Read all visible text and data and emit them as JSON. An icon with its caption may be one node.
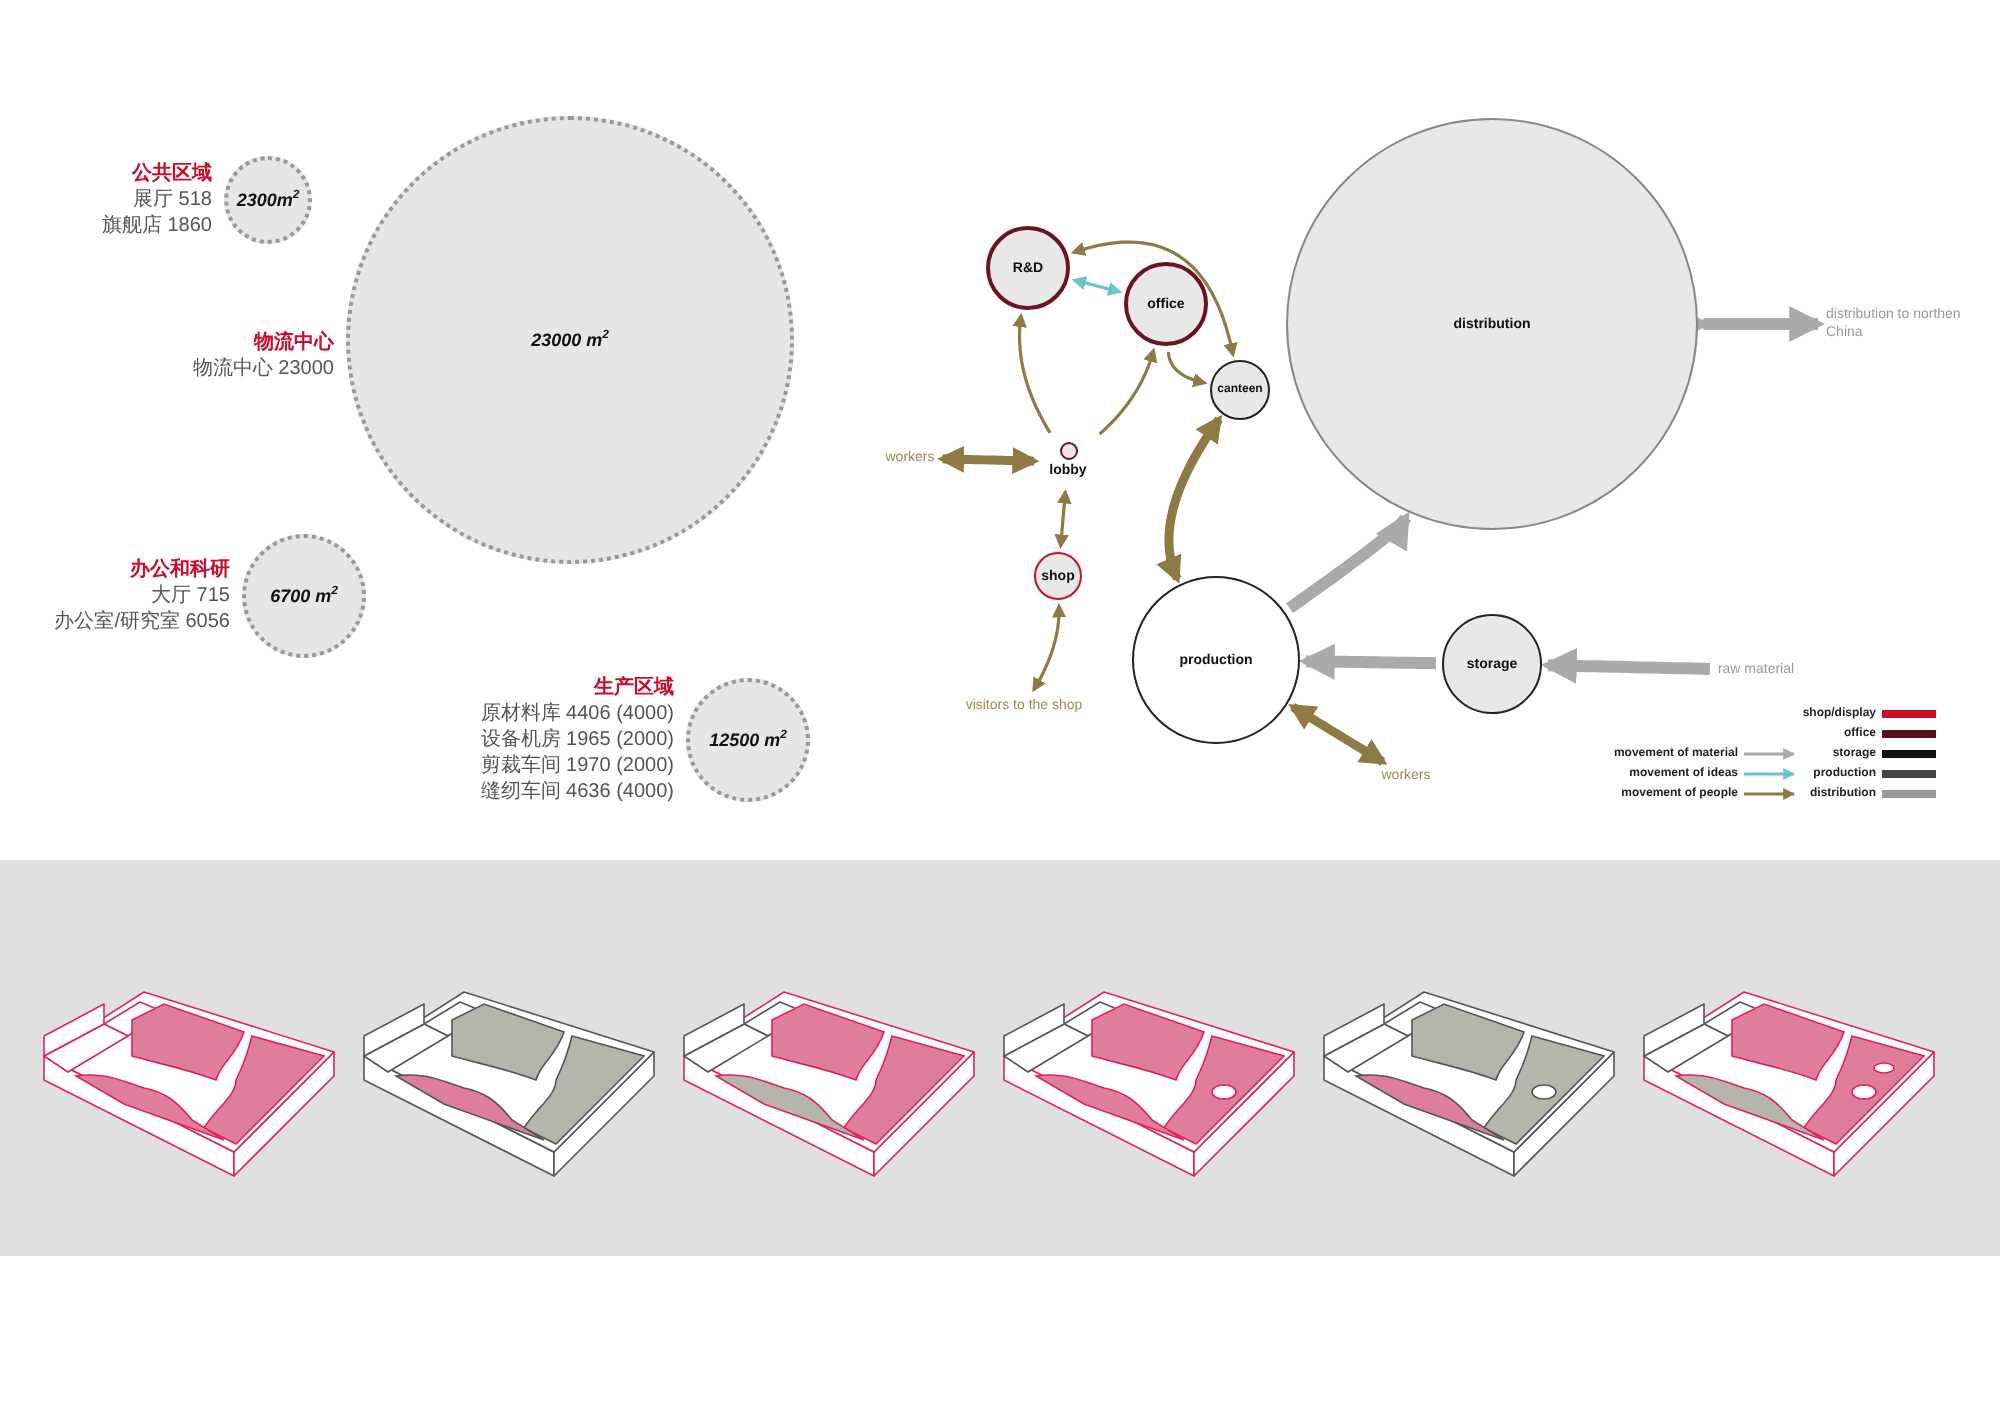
{
  "diagram": {
    "nodes": [
      {
        "text": [
          "2300m$^{2}$"
        ],
        "beside": [
          "公共区域",
          "展厅 518",
          "旗舰店 1860"
        ]
      },
      {
        "text": [
          "23000 m$^{2}$"
        ],
        "beside": [
          "物流中心",
          "物流中心 23000"
        ]
      },
      {
        "text": [
          "6700 m$^{2}$"
        ],
        "beside": [
          "办公和科研",
          "大厅 715",
          "办公室/研究室 6056"
        ]
      },
      {
        "text": [
          "12500 m$^{2}$"
        ],
        "beside": [
          "生产区域",
          "原材料库 4406 (4000)",
          "设备机房 1965 (2000)",
          "剪裁车间 1970 (2000)",
          "缝纫车间 4636 (4000)"
        ]
      },
      {
        "text": [
          "R&D"
        ]
      },
      {
        "text": [
          "office"
        ]
      },
      {
        "text": [
          "canteen"
        ]
      },
      {
        "text": [
          "lobby"
        ]
      },
      {
        "text": [
          "shop"
        ]
      },
      {
        "text": [
          "production"
        ]
      },
      {
        "text": [
          "storage"
        ]
      },
      {
        "text": [
          "distribution"
        ]
      },
      {
        "text": [
          "workers"
        ]
      },
      {
        "text": [
          "visitors to the shop"
        ]
      },
      {
        "text": [
          "workers"
        ]
      },
      {
        "text": [
          "raw material"
        ]
      },
      {
        "text": [
          "distribution to northen China"
        ]
      }
    ],
    "edges": [
      {
        "from": 6,
        "to": 4,
        "arrow": "both"
      },
      {
        "from": 4,
        "to": 5,
        "arrow": "both",
        "color": "#6cc5c8"
      },
      {
        "from": 7,
        "to": 4,
        "arrow": "to"
      },
      {
        "from": 7,
        "to": 5,
        "arrow": "to"
      },
      {
        "from": 5,
        "to": 6,
        "arrow": "to"
      },
      {
        "from": 6,
        "to": 9,
        "arrow": "both",
        "style": "thick"
      },
      {
        "from": 12,
        "to": 7,
        "arrow": "both",
        "style": "thick"
      },
      {
        "from": 7,
        "to": 8,
        "arrow": "both"
      },
      {
        "from": 8,
        "to": 13,
        "arrow": "both"
      },
      {
        "from": 9,
        "to": 14,
        "arrow": "both",
        "style": "thick"
      },
      {
        "from": 9,
        "to": 11,
        "arrow": "to",
        "style": "thick",
        "color": "#aaaaaa"
      },
      {
        "from": 10,
        "to": 9,
        "arrow": "to",
        "style": "thick",
        "color": "#aaaaaa"
      },
      {
        "from": 15,
        "to": 10,
        "arrow": "to",
        "style": "thick",
        "color": "#aaaaaa"
      },
      {
        "from": 11,
        "to": 16,
        "arrow": "both",
        "style": "thick",
        "color": "#aaaaaa"
      }
    ],
    "legend": [
      {
        "text": "shop/display",
        "color": "#c8102e"
      },
      {
        "text": "office",
        "color": "#5a0f1e"
      },
      {
        "text": "movement of material"
      },
      {
        "text": "storage",
        "color": "#111111"
      },
      {
        "text": "movement of ideas"
      },
      {
        "text": "production",
        "color": "#444444"
      },
      {
        "text": "movement of people"
      },
      {
        "text": "distribution",
        "color": "#999999"
      }
    ]
  }
}
